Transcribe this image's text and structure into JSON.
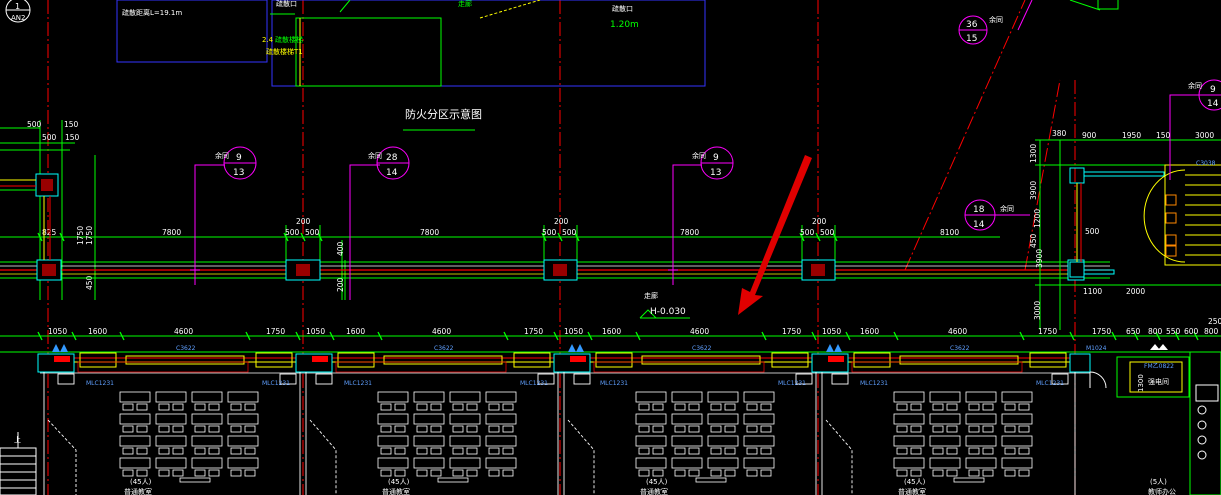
{
  "colors": {
    "background": "#000000",
    "dimension": "#00ff00",
    "wall": "#ffff00",
    "axis": "#ff0000",
    "leader": "#ff00ff",
    "block_outline": "#0000ff",
    "column": "#00ffff",
    "furniture": "#ffffff",
    "window_tag": "#5f9fff",
    "pointer": "#e00000"
  },
  "title": {
    "text": "防火分区示意图"
  },
  "top_labels": {
    "an2": "AN2",
    "axis_1": "1",
    "distance": "疏散距离L=19.1m",
    "note_a": "2.4",
    "note_b": "疏散楼梯",
    "note_c": "疏散楼梯T1",
    "exit_a": "疏散口",
    "exit_b": "疏散口",
    "zone": "走廊",
    "height": "1.20m"
  },
  "upper_dims": [
    "825",
    "1750",
    "7800",
    "500",
    "500",
    "7800",
    "500",
    "500",
    "7800",
    "500",
    "500",
    "8100"
  ],
  "upper_small_dims": [
    "500",
    "150",
    "500",
    "150",
    "200",
    "200",
    "200",
    "1750",
    "450",
    "400",
    "200"
  ],
  "right_dims": {
    "top_row": [
      "380",
      "900",
      "1950",
      "150",
      "3000"
    ],
    "mid_row": [
      "1100",
      "2000"
    ],
    "vertical": [
      "1300",
      "3900",
      "1200",
      "450",
      "3900",
      "3000",
      "250"
    ]
  },
  "lower_dims": [
    "1050",
    "1600",
    "4600",
    "1750",
    "1050",
    "1600",
    "4600",
    "1750",
    "1050",
    "1600",
    "4600",
    "1750",
    "1050",
    "1600",
    "4600",
    "1750",
    "650",
    "800",
    "550",
    "600",
    "800"
  ],
  "detail_callouts": [
    {
      "label": "余同",
      "num": "9",
      "sheet": "13"
    },
    {
      "label": "余同",
      "num": "28",
      "sheet": "14"
    },
    {
      "label": "余同",
      "num": "9",
      "sheet": "13"
    },
    {
      "label": "余同",
      "num": "18",
      "sheet": "14"
    },
    {
      "label": "余同",
      "num": "36",
      "sheet": "15"
    },
    {
      "label": "余同",
      "num": "9",
      "sheet": "14"
    }
  ],
  "level_mark": {
    "label": "走廊",
    "value": "H-0.030"
  },
  "window_tags": [
    "C3622",
    "C3622",
    "C3622",
    "C3622",
    "C3038",
    "M1024",
    "FM乙0822"
  ],
  "wall_tags": [
    "MLC1231",
    "MLC1231",
    "MLC1231",
    "MLC1231",
    "MLC1231",
    "MLC1231",
    "MLC1231",
    "MLC1231"
  ],
  "room_labels": [
    "(45人)",
    "(45人)",
    "(45人)",
    "(45人)",
    "(5人)",
    "普通教室",
    "普通教室",
    "普通教室",
    "普通教室",
    "教师办公",
    "强电间",
    "上"
  ],
  "small_label": "1300"
}
